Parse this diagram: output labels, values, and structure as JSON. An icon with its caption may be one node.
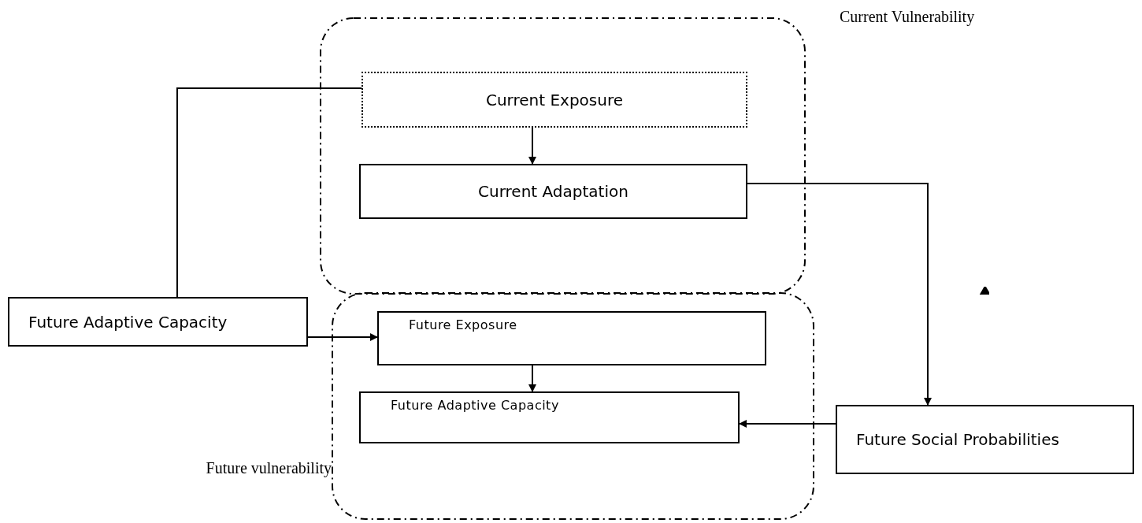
{
  "diagram": {
    "nodes": [
      {
        "text": [
          "Current Vulnerability"
        ]
      },
      {
        "text": [
          "Current Exposure"
        ],
        "in": 0
      },
      {
        "text": [
          "Current Adaptation"
        ],
        "in": 0
      },
      {
        "text": [
          "Future Adaptive Capacity"
        ]
      },
      {
        "text": [
          "Future vulnerability"
        ]
      },
      {
        "text": [
          "Future Exposure"
        ],
        "in": 4
      },
      {
        "text": [
          "Future Adaptive Capacity"
        ],
        "in": 4
      },
      {
        "text": [
          "Future Social Probabilities"
        ]
      }
    ],
    "edges": [
      {
        "from": 1,
        "to": 2,
        "arrow": "to"
      },
      {
        "from": 5,
        "to": 6,
        "arrow": "to"
      },
      {
        "from": 3,
        "to": 1,
        "arrow": "none"
      },
      {
        "from": 2,
        "to": 7,
        "arrow": "to"
      },
      {
        "from": 3,
        "to": 5,
        "arrow": "to"
      },
      {
        "from": 7,
        "to": 6,
        "arrow": "to"
      }
    ]
  }
}
